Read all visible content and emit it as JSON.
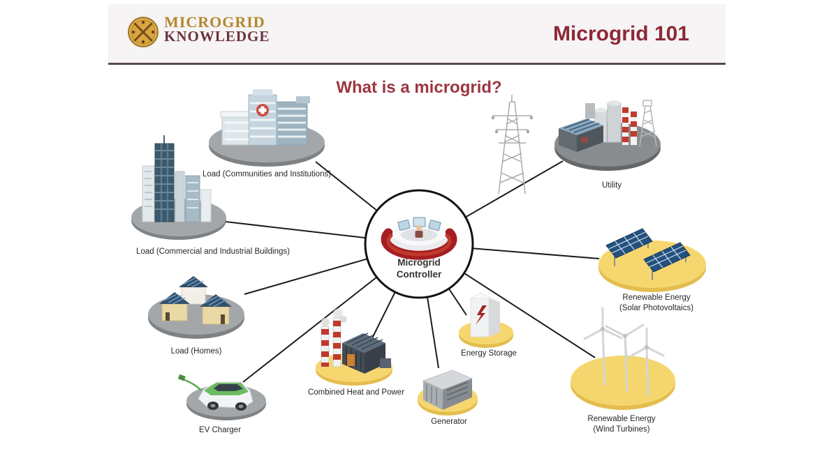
{
  "header": {
    "logo_line1": "MICROGRID",
    "logo_line2": "KNOWLEDGE",
    "logo_icon": "compass-badge-icon",
    "title": "Microgrid 101"
  },
  "diagram": {
    "question": "What is a microgrid?",
    "controller": {
      "line1": "Microgrid",
      "line2": "Controller"
    },
    "nodes": [
      {
        "id": "communities",
        "label": "Load (Communities and Institutions)",
        "platform": "gray"
      },
      {
        "id": "utility",
        "label": "Utility",
        "platform": "darkgray"
      },
      {
        "id": "commercial",
        "label": "Load (Commercial and Industrial Buildings)",
        "platform": "gray"
      },
      {
        "id": "solar",
        "label": "Renewable Energy",
        "label2": "(Solar Photovoltaics)",
        "platform": "yellow"
      },
      {
        "id": "homes",
        "label": "Load (Homes)",
        "platform": "gray"
      },
      {
        "id": "storage",
        "label": "Energy Storage",
        "platform": "yellow"
      },
      {
        "id": "ev",
        "label": "EV Charger",
        "platform": "gray"
      },
      {
        "id": "chp",
        "label": "Combined Heat and Power",
        "platform": "yellow"
      },
      {
        "id": "generator",
        "label": "Generator",
        "platform": "yellow"
      },
      {
        "id": "wind",
        "label": "Renewable Energy",
        "label2": "(Wind Turbines)",
        "platform": "yellow"
      }
    ],
    "colors": {
      "accent_red": "#8d2837",
      "logo_gold": "#b3882e",
      "logo_maroon": "#6e3340",
      "divider": "#5a4a4d",
      "connection_line": "#1b1b1b",
      "platform_gray": "#9fa2a5",
      "platform_yellow": "#f6d76f",
      "controller_ring": "#a51e23"
    }
  }
}
